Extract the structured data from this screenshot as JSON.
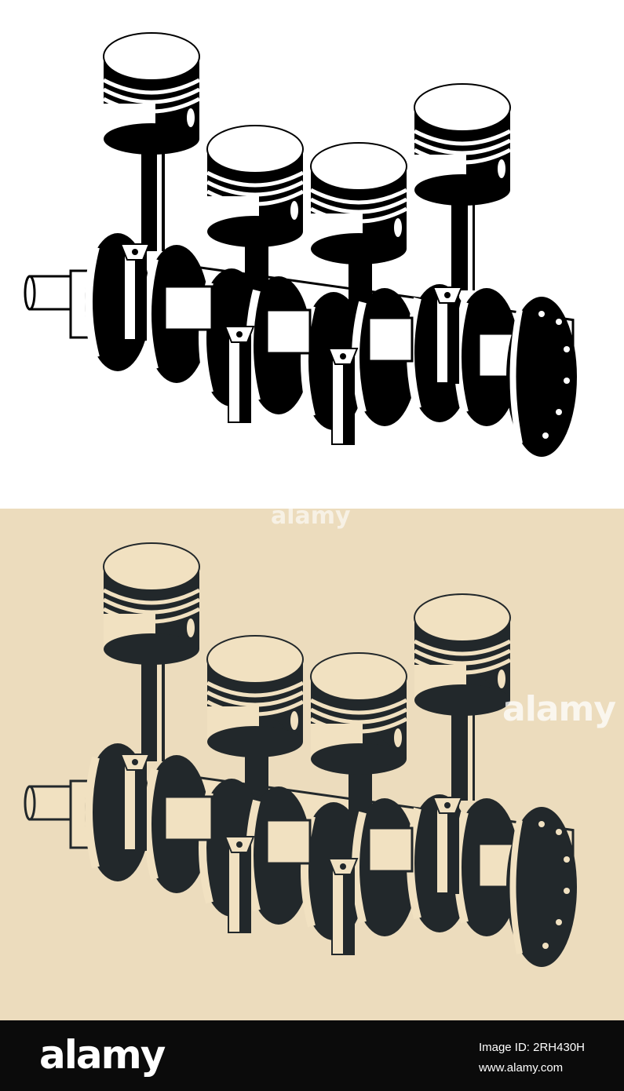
{
  "illustration": {
    "colors": {
      "top_background": "#ffffff",
      "bottom_background": "#ecdcbd",
      "top_ink": "#000000",
      "top_fill": "#ffffff",
      "bottom_ink": "#22282b",
      "bottom_fill": "#f1e1c1"
    },
    "watermark": "alamy"
  },
  "footer": {
    "logo": "alamy",
    "image_id_label": "Image ID: 2RH430H",
    "site": "www.alamy.com"
  }
}
